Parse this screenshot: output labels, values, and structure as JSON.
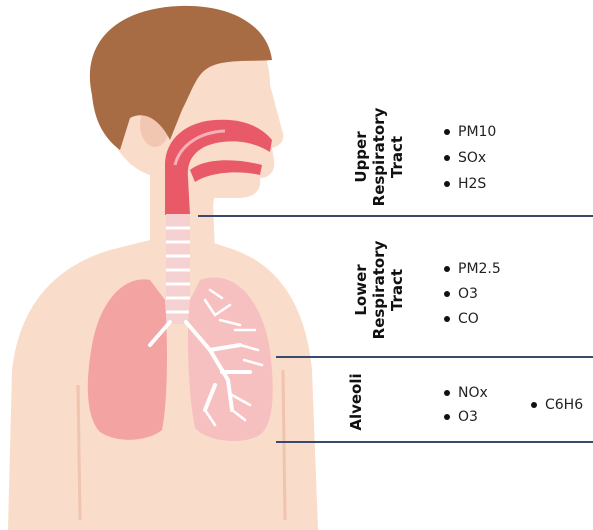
{
  "regions": [
    {
      "title_lines": [
        "Upper",
        "Respiratory",
        "Tract"
      ],
      "pollutants": [
        "PM10",
        "SOx",
        "H2S"
      ]
    },
    {
      "title_lines": [
        "Lower",
        "Respiratory",
        "Tract"
      ],
      "pollutants": [
        "PM2.5",
        "O3",
        "CO"
      ]
    },
    {
      "title_lines": [
        "Alveoli"
      ],
      "pollutants": [
        "NOx",
        "O3"
      ],
      "extra_pollutant": "C6H6"
    }
  ],
  "colors": {
    "skin": "#f9dcca",
    "skin_shadow": "#f2c7b1",
    "hair": "#a86c45",
    "airway": "#e85a68",
    "lung_left": "#f4a3a3",
    "lung_right": "#f7c0c0",
    "trachea": "#f6d1d1",
    "divider": "#3a4a6b"
  }
}
